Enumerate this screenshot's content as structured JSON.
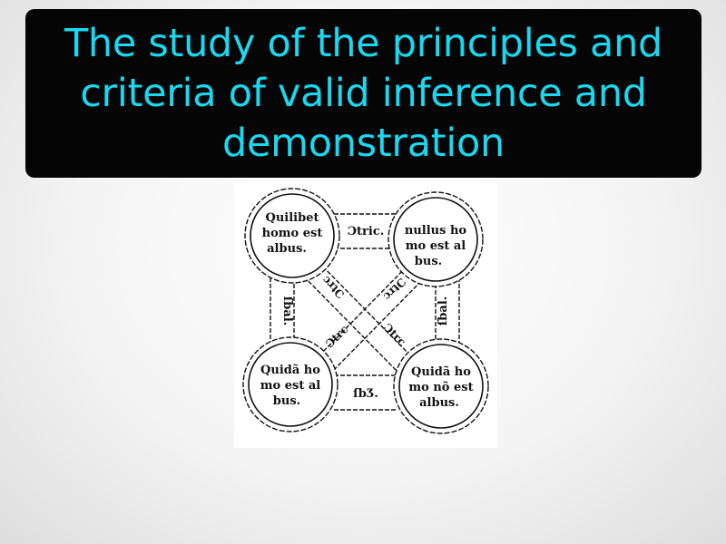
{
  "definition": {
    "text": "The study of the principles and criteria of valid inference and demonstration"
  },
  "diagram": {
    "corners": {
      "top_left": [
        "Quilibet",
        "homo est",
        "albus."
      ],
      "top_right": [
        "nullus ho",
        "mo est al",
        "bus."
      ],
      "bottom_left": [
        "Quidã ho",
        "mo est al",
        "bus."
      ],
      "bottom_right": [
        "Quidã ho",
        "mo nõ est",
        "albus."
      ]
    },
    "relations": {
      "top": "Ɔtric.",
      "bottom": "ſbƷ.",
      "left": "ſbal.",
      "right": "ſbal.",
      "diag_a_upper": "Ɔtrc",
      "diag_a_lower": "Ɔtrc",
      "diag_b_upper": "Ɔtrc",
      "diag_b_lower": "Ɔtrc"
    },
    "colors": {
      "ink": "#111111",
      "paper": "#ffffff"
    }
  }
}
